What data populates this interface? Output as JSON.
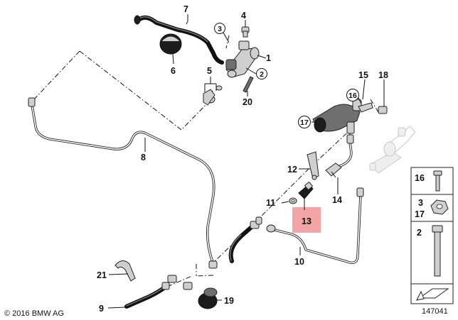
{
  "diagram": {
    "callouts": [
      {
        "id": "1",
        "circled": false
      },
      {
        "id": "2",
        "circled": true
      },
      {
        "id": "3",
        "circled": true
      },
      {
        "id": "4",
        "circled": false
      },
      {
        "id": "5",
        "circled": false
      },
      {
        "id": "6",
        "circled": false
      },
      {
        "id": "7",
        "circled": false
      },
      {
        "id": "8",
        "circled": false
      },
      {
        "id": "9",
        "circled": false
      },
      {
        "id": "10",
        "circled": false
      },
      {
        "id": "11",
        "circled": false
      },
      {
        "id": "12",
        "circled": false
      },
      {
        "id": "13",
        "circled": false,
        "highlighted": true
      },
      {
        "id": "14",
        "circled": false
      },
      {
        "id": "15",
        "circled": false
      },
      {
        "id": "16",
        "circled": true
      },
      {
        "id": "17",
        "circled": true
      },
      {
        "id": "18",
        "circled": false
      },
      {
        "id": "19",
        "circled": false
      },
      {
        "id": "20",
        "circled": false
      },
      {
        "id": "21",
        "circled": false
      }
    ],
    "legend": [
      {
        "label": "16",
        "icon": "bolt-icon"
      },
      {
        "label": "3\n17",
        "icon": "nut-icon"
      },
      {
        "label": "2",
        "icon": "long-bolt-icon"
      }
    ],
    "highlight_color": "#f2a4a6"
  },
  "footer": {
    "copyright": "© 2016 BMW AG",
    "diagram_number": "147041"
  }
}
